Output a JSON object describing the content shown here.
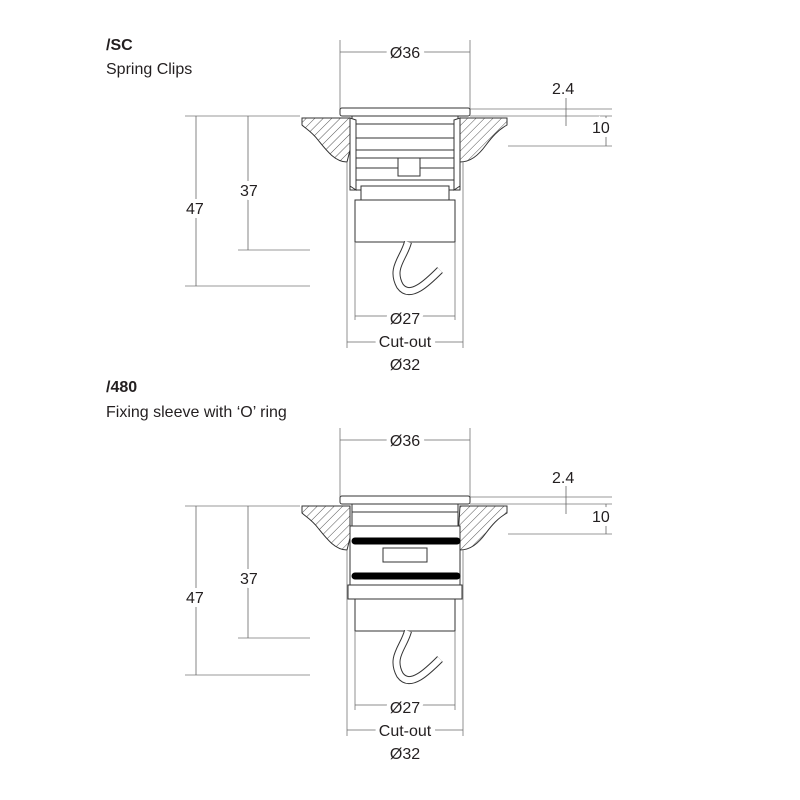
{
  "sections": [
    {
      "code": "/SC",
      "description": "Spring Clips",
      "dims": {
        "diameter_top": "Ø36",
        "flange": "2.4",
        "mount_thickness": "10",
        "height_total": "47",
        "height_body": "37",
        "diameter_body": "Ø27",
        "cutout_label": "Cut-out",
        "diameter_cutout": "Ø32"
      },
      "variant": "spring-clips"
    },
    {
      "code": "/480",
      "description": "Fixing sleeve with ‘O’ ring",
      "dims": {
        "diameter_top": "Ø36",
        "flange": "2.4",
        "mount_thickness": "10",
        "height_total": "47",
        "height_body": "37",
        "diameter_body": "Ø27",
        "cutout_label": "Cut-out",
        "diameter_cutout": "Ø32"
      },
      "variant": "o-ring-sleeve"
    }
  ]
}
